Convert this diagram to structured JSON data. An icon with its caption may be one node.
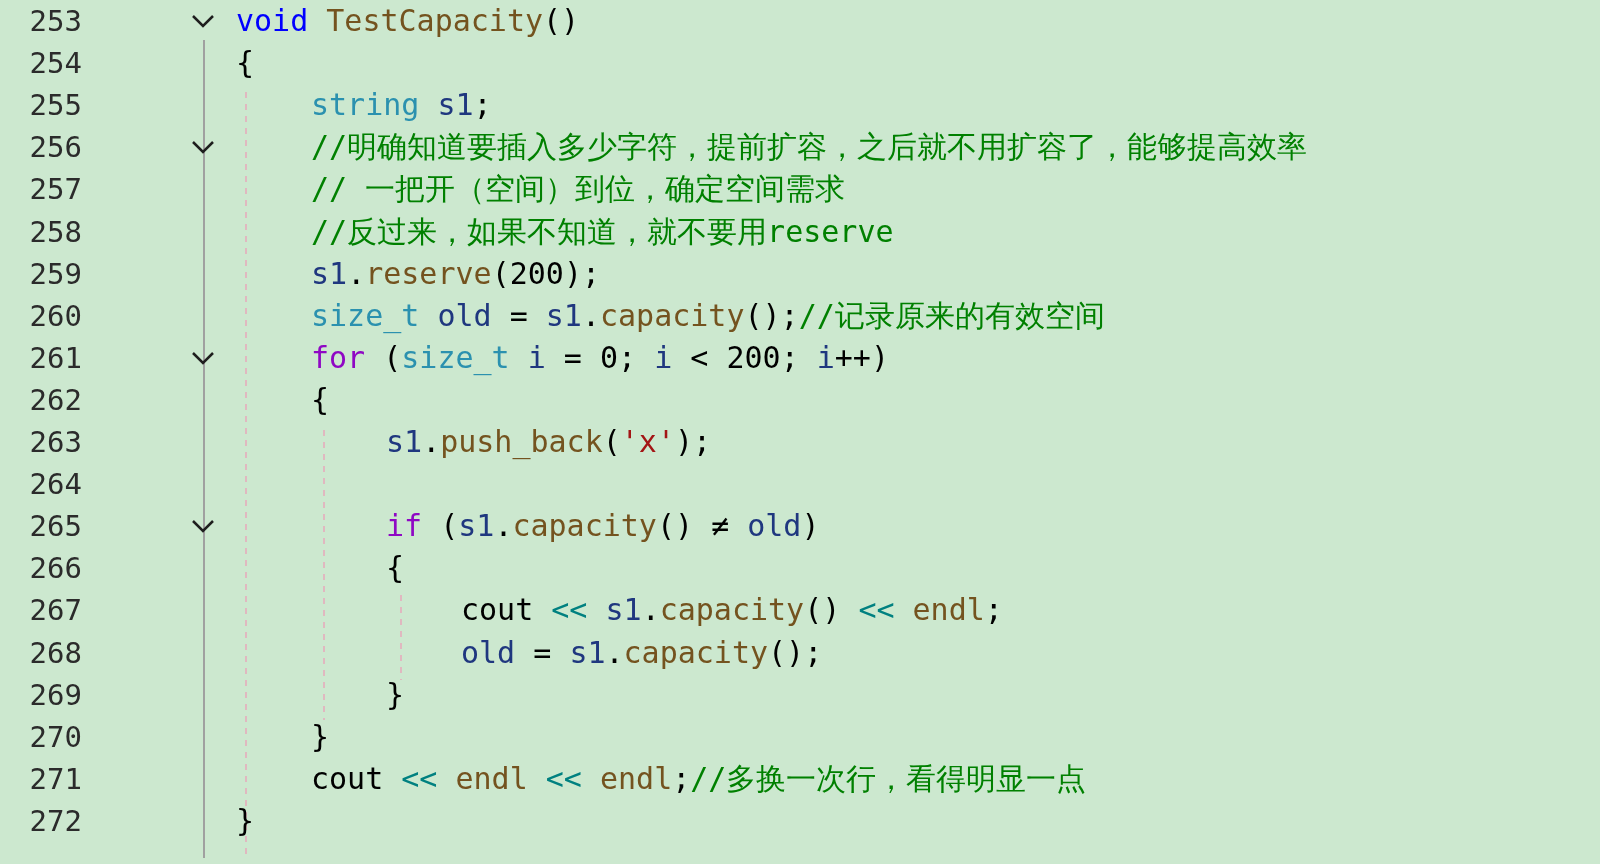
{
  "diagram": {
    "labels": [
      "253",
      "void TestCapacity()",
      "254",
      "{",
      "255",
      "string s1;",
      "256",
      "//明确知道要插入多少字符，提前扩容，之后就不用扩容了，能够提高效率",
      "257",
      "// 一把开（空间）到位，确定空间需求",
      "258",
      "//反过来，如果不知道，就不要用reserve",
      "259",
      "s1.reserve(200);",
      "260",
      "size_t old = s1.capacity();//记录原来的有效空间",
      "261",
      "for (size_t i = 0; i < 200; i++)",
      "262",
      "{",
      "263",
      "s1.push_back('x');",
      "264",
      "265",
      "if (s1.capacity() ≠ old)",
      "266",
      "{",
      "267",
      "cout << s1.capacity() << endl;",
      "268",
      "old = s1.capacity();",
      "269",
      "}",
      "270",
      "}",
      "271",
      "cout << endl << endl;//多换一次行，看得明显一点",
      "272",
      "}"
    ]
  }
}
